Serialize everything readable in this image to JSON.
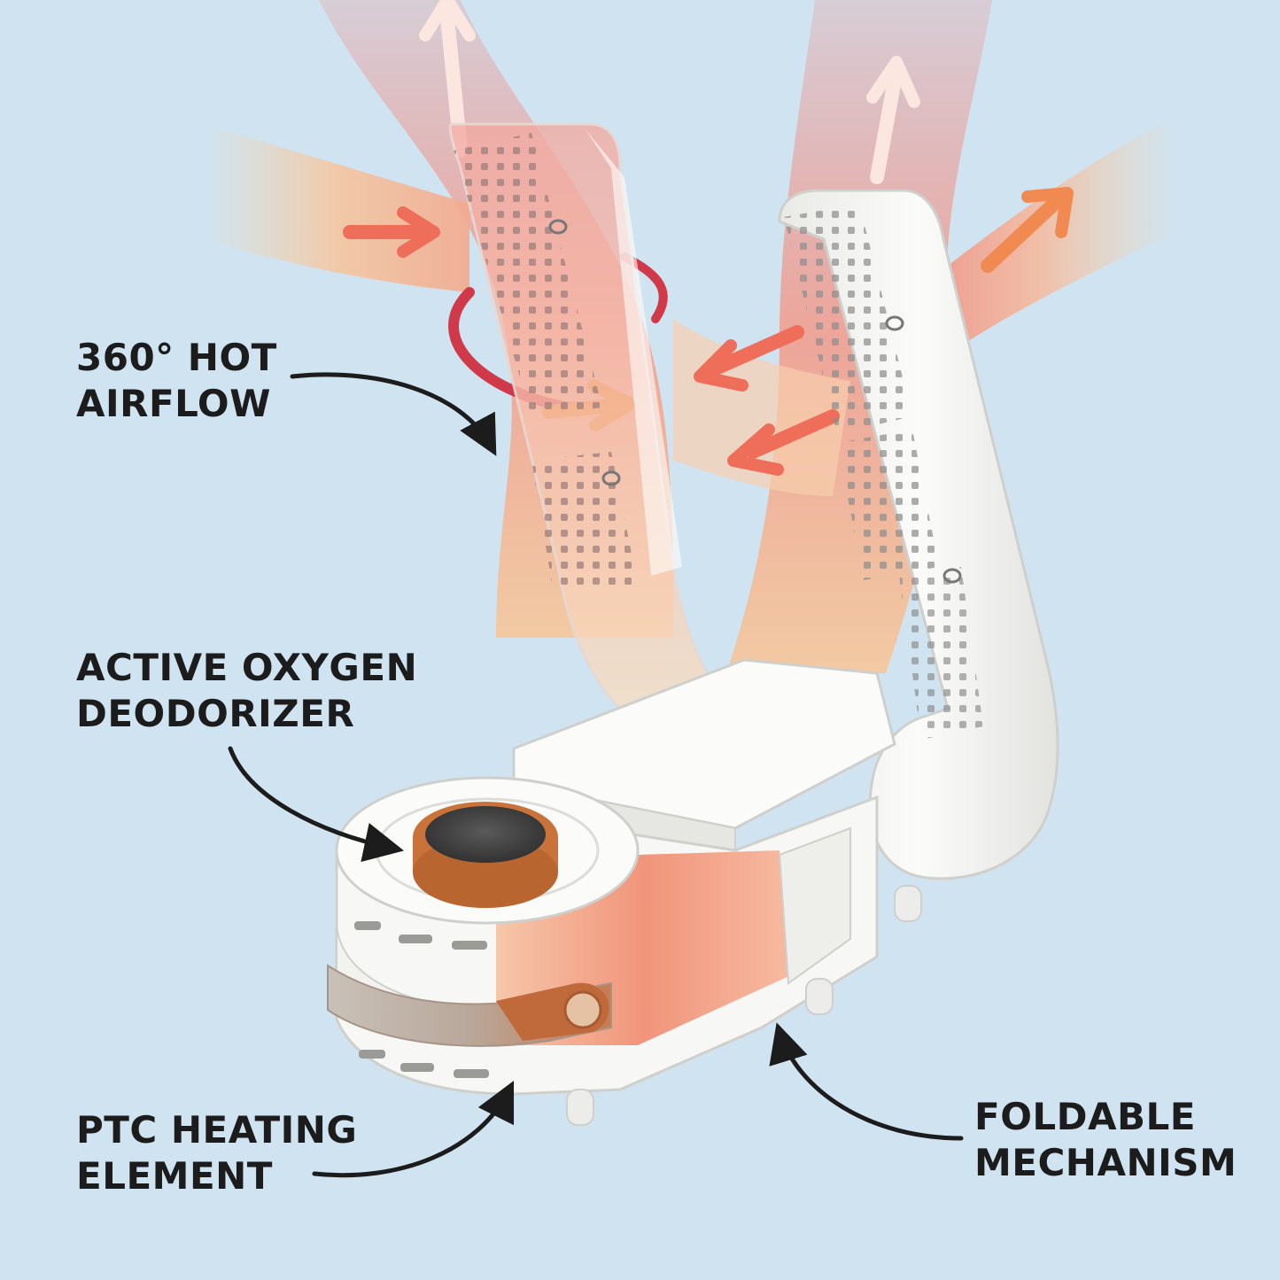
{
  "labels": {
    "airflow": {
      "line1": "360° HOT",
      "line2": "AIRFLOW"
    },
    "deodorizer": {
      "line1": "ACTIVE OXYGEN",
      "line2": "DEODORIZER"
    },
    "heating": {
      "line1": "PTC HEATING",
      "line2": "ELEMENT"
    },
    "foldable": {
      "line1": "FOLDABLE",
      "line2": "MECHANISM"
    }
  },
  "colors": {
    "background": "#cfe4f0",
    "device": "#f7f7f5",
    "hot_air": "#f08a7a",
    "warm_air": "#f6c79a",
    "accent_orange": "#d9702c",
    "label_text": "#1c1c1c"
  },
  "icons": [
    "airflow-arrow-icon",
    "rotation-arrow-icon",
    "callout-arrow-icon"
  ]
}
